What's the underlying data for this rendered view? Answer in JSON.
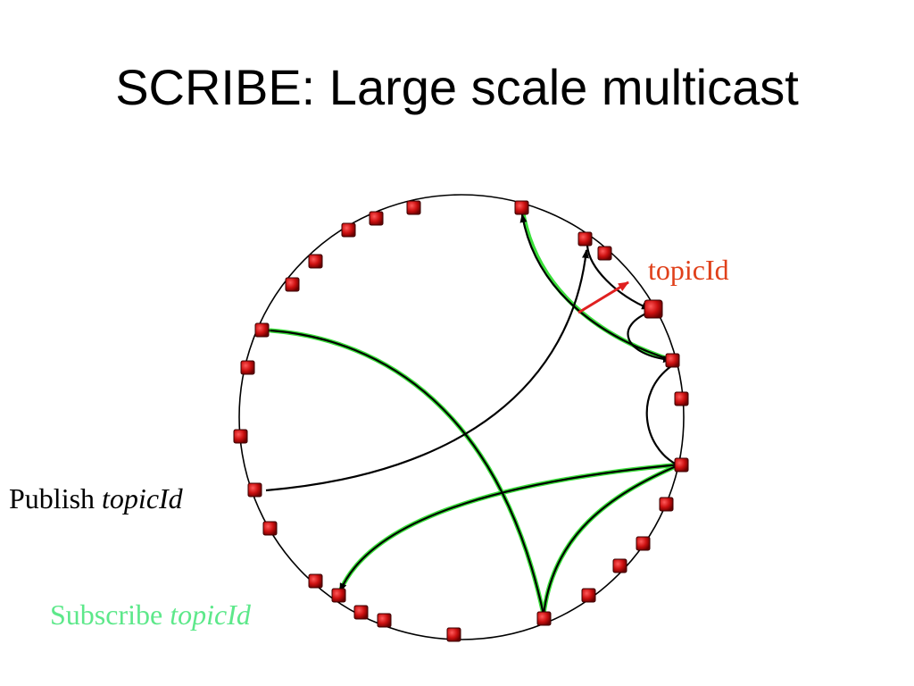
{
  "title": "SCRIBE: Large scale multicast",
  "labels": {
    "topic": "topicId",
    "publish_verb": "Publish",
    "publish_term": "topicId",
    "subscribe_verb": "Subscribe",
    "subscribe_term": "topicId"
  },
  "colors": {
    "node_fill": "#cc1010",
    "node_dark": "#6a0000",
    "ring": "#000000",
    "arrow": "#000000",
    "subscribe_highlight": "#3be03b",
    "topic_arrow": "#e02020",
    "topic_text": "#e0401a",
    "subscribe_text": "#5de88a"
  }
}
